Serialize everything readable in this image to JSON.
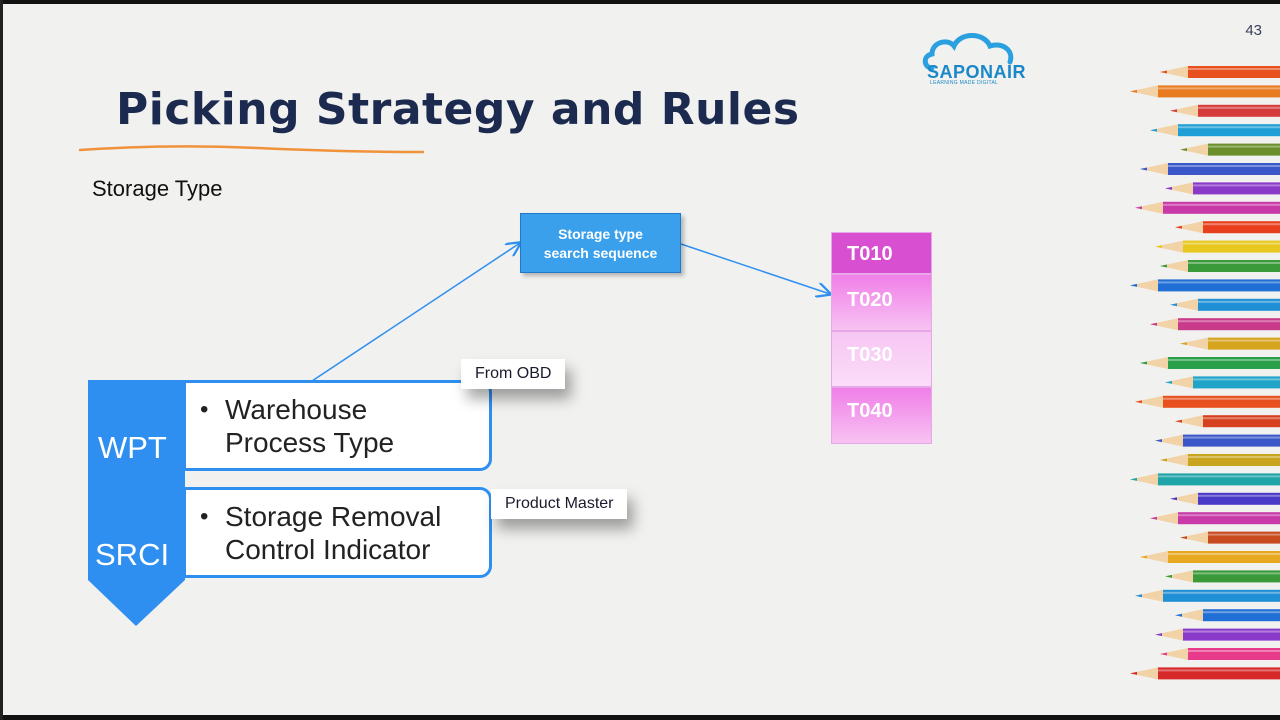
{
  "slide_number": "43",
  "logo": {
    "name": "SAPONAIR",
    "tagline": "LEARNING MADE DIGITAL"
  },
  "title": "Picking Strategy and Rules",
  "subtitle": "Storage Type",
  "chevrons": [
    {
      "label": "WPT",
      "bullet_line1": "Warehouse",
      "bullet_line2": "Process Type",
      "source": "From OBD"
    },
    {
      "label": "SRCI",
      "bullet_line1": "Storage Removal",
      "bullet_line2": "Control Indicator",
      "source": "Product Master"
    }
  ],
  "bullet_char": "•",
  "search_sequence": {
    "line1": "Storage type",
    "line2": "search sequence"
  },
  "storage_types": [
    "T010",
    "T020",
    "T030",
    "T040"
  ],
  "colors": {
    "title": "#1c2a4f",
    "accent_blue": "#2f8ff0",
    "chevron_blue": "#2f8ff0",
    "magenta_head": "#d94fd2",
    "underline_orange": "#f0923a"
  },
  "pencil_colors": [
    "#e8501f",
    "#e87a1f",
    "#d63a3a",
    "#1f9fd6",
    "#6a8f2a",
    "#3a56c8",
    "#8a3ac8",
    "#c83aa8",
    "#e8401f",
    "#e8c81f",
    "#3a9a3a",
    "#1f6fd6",
    "#1f8fd6",
    "#c83a8a",
    "#d6a41f",
    "#2a9f4a",
    "#1fa4c8",
    "#e8501f",
    "#d6401f",
    "#3a56c8",
    "#c8a41f",
    "#1fa4a8",
    "#4a3ac8",
    "#c83aa8",
    "#c84a1f",
    "#e8a81f",
    "#3a9a3a",
    "#1f8fd6",
    "#1f6fd6",
    "#8a3ac8",
    "#e83a8a",
    "#d62a2a"
  ]
}
